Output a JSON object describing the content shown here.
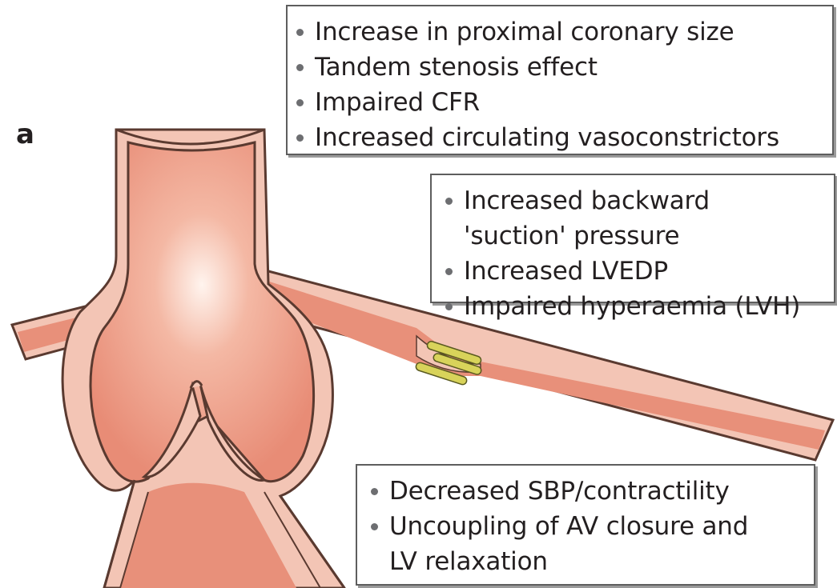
{
  "panel_label": "a",
  "callouts": {
    "top": {
      "items": [
        "Increase in proximal coronary size",
        "Tandem stenosis effect",
        "Impaired CFR",
        "Increased circulating vasoconstrictors"
      ]
    },
    "middle": {
      "items": [
        {
          "line1": "Increased backward",
          "line2": "'suction' pressure"
        },
        "Increased LVEDP",
        "Impaired hyperaemia (LVH)"
      ]
    },
    "bottom": {
      "items": [
        "Decreased SBP/contractility",
        {
          "line1": "Uncoupling of AV closure and",
          "line2": "LV relaxation"
        }
      ]
    }
  },
  "colors": {
    "vessel_fill": "#e8907a",
    "vessel_wall": "#f3c5b5",
    "vessel_outline": "#5a3a30",
    "stent": "#d8d35a",
    "box_border": "#5e5e5e",
    "text": "#231f20"
  }
}
